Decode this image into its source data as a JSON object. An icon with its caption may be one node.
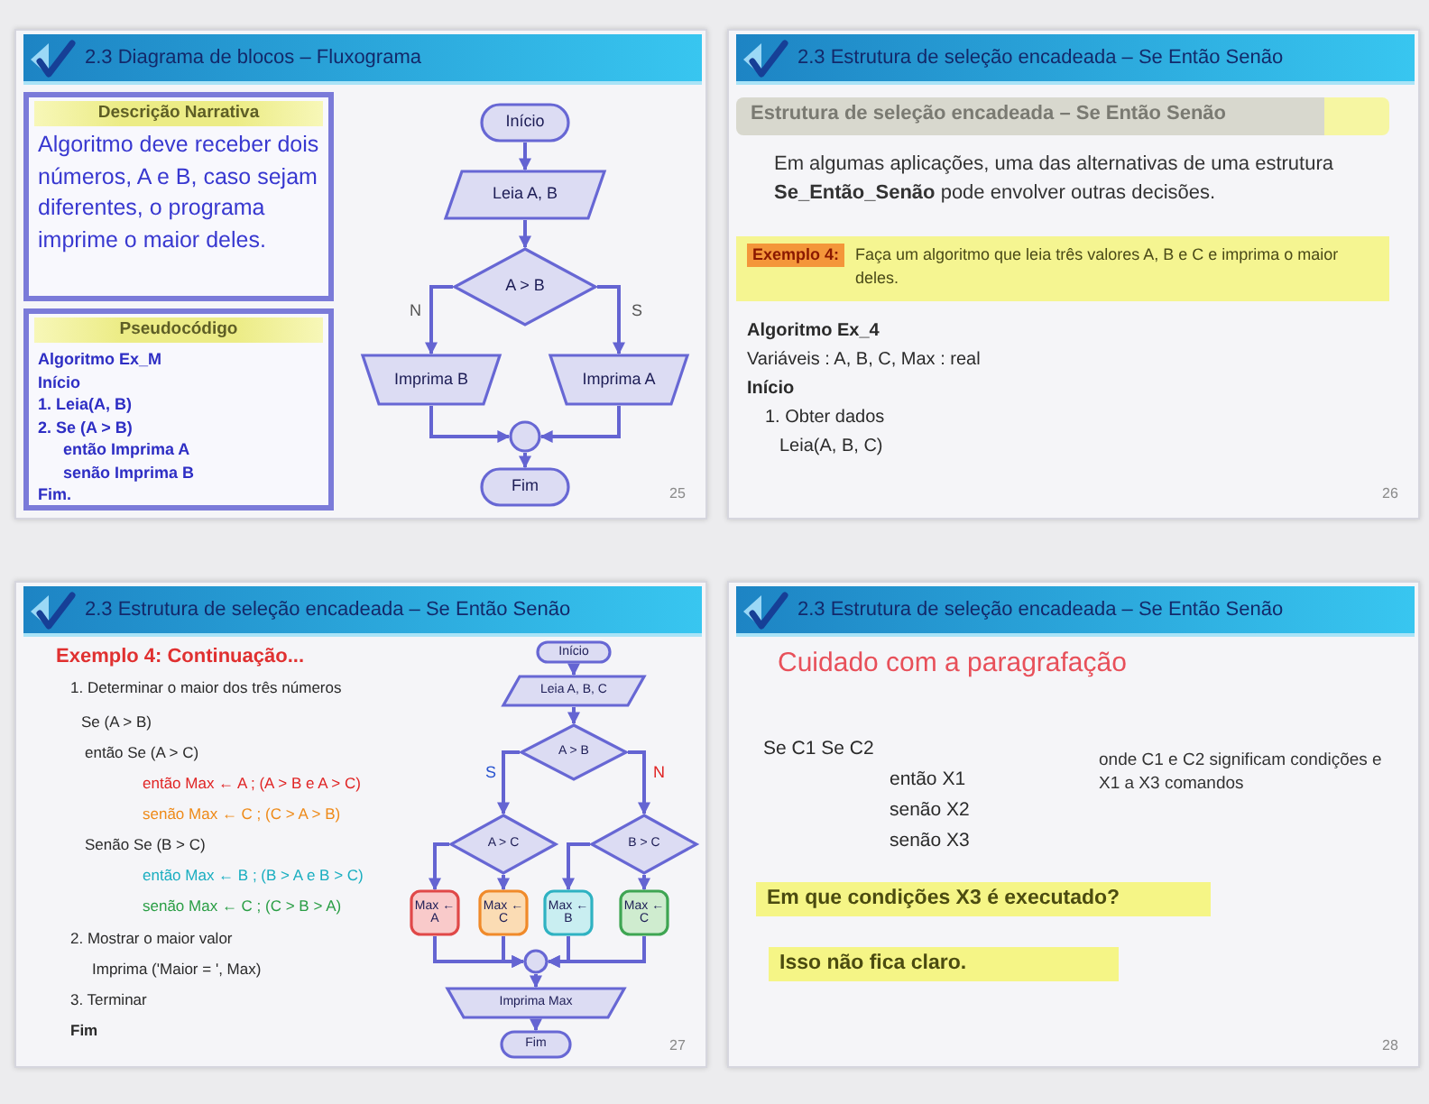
{
  "diagram": {
    "nodes": [
      {
        "text": [
          "2.3 Diagrama de blocos – Fluxograma",
          "25"
        ]
      },
      {
        "text": [
          "Descrição Narrativa",
          "Algoritmo deve receber dois números, A e B, caso sejam diferentes, o programa imprime o maior deles."
        ],
        "in": 0
      },
      {
        "text": [
          "Pseudocódigo",
          "Algoritmo Ex_M",
          "Início",
          "1. Leia(A, B)",
          "2. Se (A > B)",
          "então Imprima A",
          "senão Imprima B",
          "Fim."
        ],
        "in": 0
      },
      {
        "text": [
          "Início"
        ],
        "in": 0
      },
      {
        "text": [
          "Leia A, B"
        ],
        "in": 0
      },
      {
        "text": [
          "A > B"
        ],
        "in": 0
      },
      {
        "text": [
          "Imprima B"
        ],
        "in": 0
      },
      {
        "text": [
          "Imprima A"
        ],
        "in": 0
      },
      {
        "text": [],
        "shape": "circle",
        "in": 0
      },
      {
        "text": [
          "Fim"
        ],
        "in": 0
      },
      {
        "text": [
          "2.3 Estrutura de seleção encadeada – Se Então Senão",
          "26"
        ]
      },
      {
        "text": [
          "Estrutura de seleção encadeada – Se Então Senão"
        ],
        "in": 10
      },
      {
        "text": [
          "Exemplo 4:",
          "Faça um algoritmo que leia três valores A, B e C e imprima o maior deles."
        ],
        "in": 10
      },
      {
        "text": [
          "2.3 Estrutura de seleção encadeada – Se Então Senão",
          "27"
        ]
      },
      {
        "text": [
          "Início"
        ],
        "in": 13
      },
      {
        "text": [
          "Leia A, B, C"
        ],
        "in": 13
      },
      {
        "text": [
          "A > B"
        ],
        "in": 13
      },
      {
        "text": [
          "A > C"
        ],
        "in": 13
      },
      {
        "text": [
          "B > C"
        ],
        "in": 13
      },
      {
        "text": [
          "Max ← A"
        ],
        "in": 13
      },
      {
        "text": [
          "Max ← C"
        ],
        "in": 13
      },
      {
        "text": [
          "Max ← B"
        ],
        "in": 13
      },
      {
        "text": [
          "Max ← C"
        ],
        "in": 13
      },
      {
        "text": [],
        "shape": "circle",
        "in": 13
      },
      {
        "text": [
          "Imprima Max"
        ],
        "in": 13
      },
      {
        "text": [
          "Fim"
        ],
        "in": 13
      },
      {
        "text": [
          "2.3 Estrutura de seleção encadeada – Se Então Senão",
          "28"
        ]
      },
      {
        "text": [
          "Em que condições X3 é executado?"
        ],
        "in": 26
      },
      {
        "text": [
          "Isso não fica claro."
        ],
        "in": 26
      }
    ],
    "edges": [
      {
        "from": 3,
        "to": 4,
        "arrow": "to"
      },
      {
        "from": 4,
        "to": 5,
        "arrow": "to"
      },
      {
        "from": 5,
        "to": 6,
        "arrow": "to",
        "label": "N"
      },
      {
        "from": 5,
        "to": 7,
        "arrow": "to",
        "label": "S"
      },
      {
        "from": 6,
        "to": 8,
        "arrow": "to"
      },
      {
        "from": 7,
        "to": 8,
        "arrow": "to"
      },
      {
        "from": 8,
        "to": 9,
        "arrow": "to"
      },
      {
        "from": 14,
        "to": 15,
        "arrow": "to"
      },
      {
        "from": 15,
        "to": 16,
        "arrow": "to"
      },
      {
        "from": 16,
        "to": 17,
        "arrow": "to",
        "label": "S"
      },
      {
        "from": 16,
        "to": 18,
        "arrow": "to",
        "label": "N"
      },
      {
        "from": 17,
        "to": 19,
        "arrow": "to"
      },
      {
        "from": 17,
        "to": 20,
        "arrow": "to"
      },
      {
        "from": 18,
        "to": 21,
        "arrow": "to"
      },
      {
        "from": 18,
        "to": 22,
        "arrow": "to"
      },
      {
        "from": 19,
        "to": 23,
        "arrow": "to"
      },
      {
        "from": 20,
        "to": 23,
        "arrow": "to"
      },
      {
        "from": 21,
        "to": 23,
        "arrow": "to"
      },
      {
        "from": 22,
        "to": 23,
        "arrow": "to"
      },
      {
        "from": 23,
        "to": 24,
        "arrow": "to"
      },
      {
        "from": 24,
        "to": 25,
        "arrow": "to"
      }
    ],
    "labels": [
      "Em algumas aplicações, uma das alternativas de uma estrutura **Se_Então_Senão** pode envolver outras decisões.",
      "Algoritmo Ex_4",
      "Variáveis : A, B, C, Max : real",
      "Início",
      "1. Obter dados",
      "Leia(A, B, C)",
      "Exemplo 4: Continuação...",
      "1. Determinar o maior dos três números",
      "Se (A > B)",
      "então Se (A > C)",
      "então Max ← A ; (A > B e A > C)",
      "senão Max ← C ; (C > A > B)",
      "Senão Se (B > C)",
      "então Max ← B ; (B > A e B > C)",
      "senão Max ← C ; (C > B > A)",
      "2. Mostrar o maior valor",
      "Imprima ('Maior = ', Max)",
      "3. Terminar",
      "Fim",
      "Cuidado com a paragrafação",
      "Se C1 Se C2",
      "então X1",
      "senão X2",
      "senão X3",
      "onde C1 e C2 significam condições e X1 a X3 comandos"
    ]
  }
}
